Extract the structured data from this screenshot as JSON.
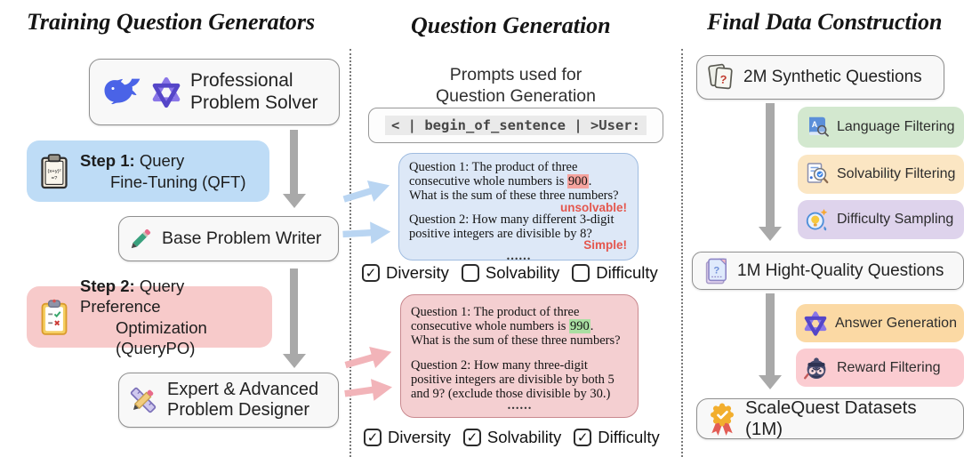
{
  "glyphs": {
    "check": "✓"
  },
  "colors": {
    "accent_blue": "#bedcf6",
    "accent_pink": "#f7caca",
    "sample_blue": "#dde8f7",
    "sample_blue_border": "#9fbce0",
    "sample_pink": "#f4cfd1",
    "sample_pink_border": "#c9898f",
    "filter_green": "#d3e8cf",
    "filter_orange": "#fbe6c3",
    "filter_purple": "#ded3ec",
    "post_orange": "#fbd9a4",
    "post_pink": "#fbccd1",
    "arrow_gray": "#a9a9a9",
    "arrow_blue": "#b9d5f2",
    "arrow_pink": "#f2b4b9",
    "red_text": "#e4574e",
    "hl_red": "#f5a39e",
    "hl_green": "#a9dfa2"
  },
  "left": {
    "title": "Training Question Generators",
    "solver_label": "Professional\nProblem Solver",
    "step1_bold": "Step 1:",
    "step1_rest": " Query",
    "step1_line2": "Fine-Tuning (QFT)",
    "writer_label": "Base Problem Writer",
    "step2_bold": "Step 2:",
    "step2_rest": " Query Preference",
    "step2_line2": "Optimization (QueryPO)",
    "designer_label": "Expert & Advanced\nProblem Designer",
    "clipboard_formula_line1": "(x+y)²",
    "clipboard_formula_line2": "=?"
  },
  "middle": {
    "title": "Question Generation",
    "prompt_heading": "Prompts used for\nQuestion Generation",
    "prompt_token": "< | begin_of_sentence | >User:",
    "qft_box": {
      "q1_pre": "Question 1: The product of three\nconsecutive whole numbers is ",
      "q1_highlight": "900",
      "q1_post": ".\nWhat is the sum of these three numbers?",
      "q1_tag": "unsolvable!",
      "q2": "Question 2: How many different 3-digit\npositive integers are divisible by 8?",
      "q2_tag": "Simple!",
      "ellipsis": "......"
    },
    "checkrow1": {
      "items": [
        {
          "label": "Diversity",
          "checked": true
        },
        {
          "label": "Solvability",
          "checked": false
        },
        {
          "label": "Difficulty",
          "checked": false
        }
      ]
    },
    "querypo_box": {
      "q1_pre": "Question 1: The product of three\nconsecutive whole numbers is ",
      "q1_highlight": "990",
      "q1_post": ".\nWhat is the sum of these three numbers?",
      "q2": "Question 2: How many three-digit\npositive integers are divisible by both 5\nand 9? (exclude those divisible by 30.)",
      "ellipsis": "......"
    },
    "checkrow2": {
      "items": [
        {
          "label": "Diversity",
          "checked": true
        },
        {
          "label": "Solvability",
          "checked": true
        },
        {
          "label": "Difficulty",
          "checked": true
        }
      ]
    }
  },
  "right": {
    "title": "Final Data Construction",
    "synthetic_box": "2M Synthetic Questions",
    "filter_language": "Language Filtering",
    "filter_solvability": "Solvability Filtering",
    "filter_difficulty": "Difficulty Sampling",
    "quality_box": "1M Hight-Quality Questions",
    "answer_generation": "Answer Generation",
    "reward_filtering": "Reward Filtering",
    "final_box": "ScaleQuest Datasets (1M)"
  }
}
